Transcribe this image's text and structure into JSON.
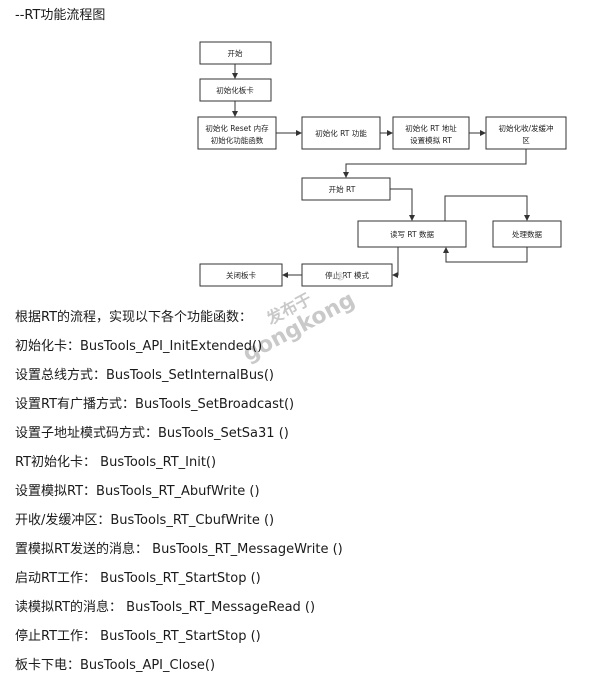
{
  "heading": "--RT功能流程图",
  "flowchart": {
    "nodes": {
      "start": "开始",
      "init_card": "初始化板卡",
      "init_reset_1": "初始化 Reset 内存",
      "init_reset_2": "初始化功能函数",
      "init_rt": "初始化 RT 功能",
      "init_addr_1": "初始化 RT 地址",
      "init_addr_2": "设置模拟 RT",
      "init_buf_1": "初始化收/发缓冲",
      "init_buf_2": "区",
      "start_rt": "开始 RT",
      "rw_rt": "读写 RT 数据",
      "process": "处理数据",
      "stop_rt": "停止 RT 模式",
      "close_card": "关闭板卡"
    }
  },
  "watermark": {
    "cn": "发布于",
    "en": "gongkong",
    "reg": "®"
  },
  "intro": "根据RT的流程，实现以下各个功能函数：",
  "functions": [
    "初始化卡：BusTools_API_InitExtended()",
    "设置总线方式：BusTools_SetInternalBus()",
    "设置RT有广播方式：BusTools_SetBroadcast()",
    "设置子地址模式码方式：BusTools_SetSa31 ()",
    "RT初始化卡：  BusTools_RT_Init()",
    "设置模拟RT：BusTools_RT_AbufWrite ()",
    "开收/发缓冲区：BusTools_RT_CbufWrite ()",
    "置模拟RT发送的消息：  BusTools_RT_MessageWrite ()",
    "启动RT工作：  BusTools_RT_StartStop ()",
    "读模拟RT的消息：  BusTools_RT_MessageRead ()",
    "停止RT工作：  BusTools_RT_StartStop ()",
    "板卡下电：BusTools_API_Close()"
  ]
}
